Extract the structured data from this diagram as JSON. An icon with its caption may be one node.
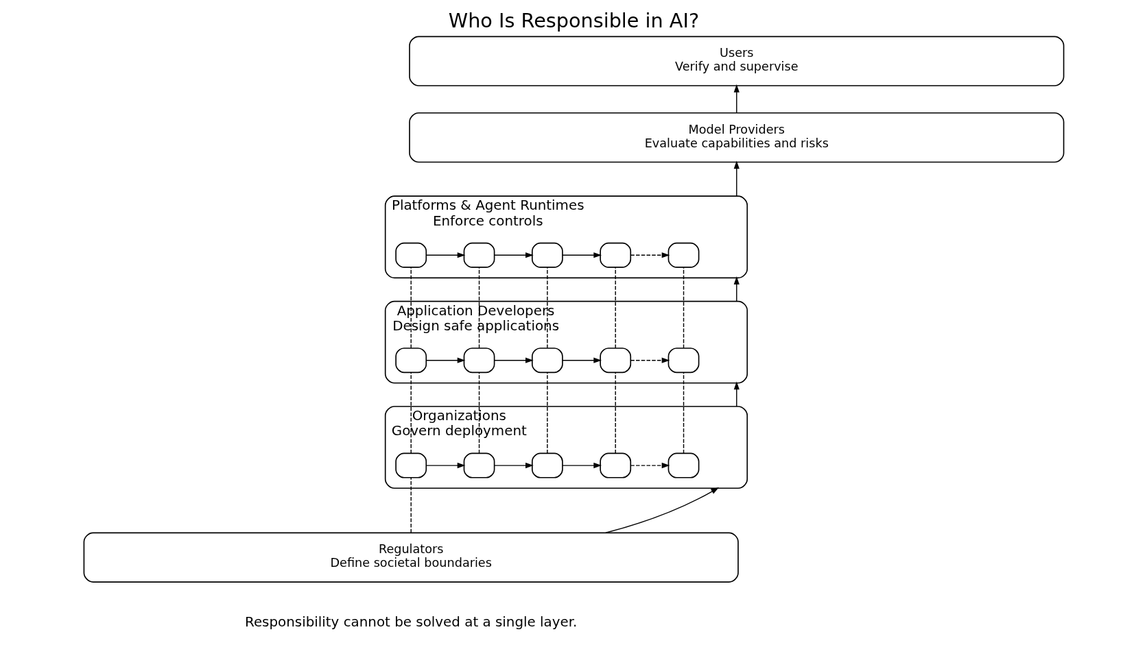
{
  "diagram": {
    "title": "Who Is Responsible in AI?",
    "caption": "Responsibility cannot be solved at a single layer.",
    "nodes": [
      {
        "text": [
          "Users",
          "Verify and supervise"
        ]
      },
      {
        "text": [
          "Model Providers",
          "Evaluate capabilities and risks"
        ]
      },
      {
        "text": [
          "Platforms & Agent Runtimes",
          "Enforce controls"
        ]
      },
      {
        "text": [],
        "shape": "box",
        "in": 2
      },
      {
        "text": [],
        "shape": "box",
        "in": 2
      },
      {
        "text": [],
        "shape": "box",
        "in": 2
      },
      {
        "text": [],
        "shape": "box",
        "in": 2
      },
      {
        "text": [],
        "shape": "box",
        "in": 2
      },
      {
        "text": [
          "Application Developers",
          "Design safe applications"
        ]
      },
      {
        "text": [],
        "shape": "box",
        "in": 8
      },
      {
        "text": [],
        "shape": "box",
        "in": 8
      },
      {
        "text": [],
        "shape": "box",
        "in": 8
      },
      {
        "text": [],
        "shape": "box",
        "in": 8
      },
      {
        "text": [],
        "shape": "box",
        "in": 8
      },
      {
        "text": [
          "Organizations",
          "Govern deployment"
        ]
      },
      {
        "text": [],
        "shape": "box",
        "in": 14
      },
      {
        "text": [],
        "shape": "box",
        "in": 14
      },
      {
        "text": [],
        "shape": "box",
        "in": 14
      },
      {
        "text": [],
        "shape": "box",
        "in": 14
      },
      {
        "text": [],
        "shape": "box",
        "in": 14
      },
      {
        "text": [
          "Regulators",
          "Define societal boundaries"
        ]
      }
    ],
    "edges": [
      {
        "from": 20,
        "to": 14,
        "arrow": "to"
      },
      {
        "from": 14,
        "to": 8,
        "arrow": "to"
      },
      {
        "from": 8,
        "to": 2,
        "arrow": "to"
      },
      {
        "from": 2,
        "to": 1,
        "arrow": "to"
      },
      {
        "from": 1,
        "to": 0,
        "arrow": "to"
      },
      {
        "from": 3,
        "to": 4,
        "arrow": "to"
      },
      {
        "from": 4,
        "to": 5,
        "arrow": "to"
      },
      {
        "from": 5,
        "to": 6,
        "arrow": "to"
      },
      {
        "from": 6,
        "to": 7,
        "arrow": "to",
        "style": "dashed"
      },
      {
        "from": 9,
        "to": 10,
        "arrow": "to"
      },
      {
        "from": 10,
        "to": 11,
        "arrow": "to"
      },
      {
        "from": 11,
        "to": 12,
        "arrow": "to"
      },
      {
        "from": 12,
        "to": 13,
        "arrow": "to",
        "style": "dashed"
      },
      {
        "from": 15,
        "to": 16,
        "arrow": "to"
      },
      {
        "from": 16,
        "to": 17,
        "arrow": "to"
      },
      {
        "from": 17,
        "to": 18,
        "arrow": "to"
      },
      {
        "from": 18,
        "to": 19,
        "arrow": "to",
        "style": "dashed"
      },
      {
        "from": 9,
        "to": 3,
        "arrow": "none",
        "style": "dashed"
      },
      {
        "from": 10,
        "to": 4,
        "arrow": "none",
        "style": "dashed"
      },
      {
        "from": 11,
        "to": 5,
        "arrow": "none",
        "style": "dashed"
      },
      {
        "from": 12,
        "to": 6,
        "arrow": "none",
        "style": "dashed"
      },
      {
        "from": 13,
        "to": 7,
        "arrow": "none",
        "style": "dashed"
      },
      {
        "from": 15,
        "to": 9,
        "arrow": "none",
        "style": "dashed"
      },
      {
        "from": 16,
        "to": 10,
        "arrow": "none",
        "style": "dashed"
      },
      {
        "from": 17,
        "to": 11,
        "arrow": "none",
        "style": "dashed"
      },
      {
        "from": 18,
        "to": 12,
        "arrow": "none",
        "style": "dashed"
      },
      {
        "from": 19,
        "to": 13,
        "arrow": "none",
        "style": "dashed"
      },
      {
        "from": 20,
        "to": 15,
        "arrow": "none",
        "style": "dashed"
      }
    ]
  }
}
